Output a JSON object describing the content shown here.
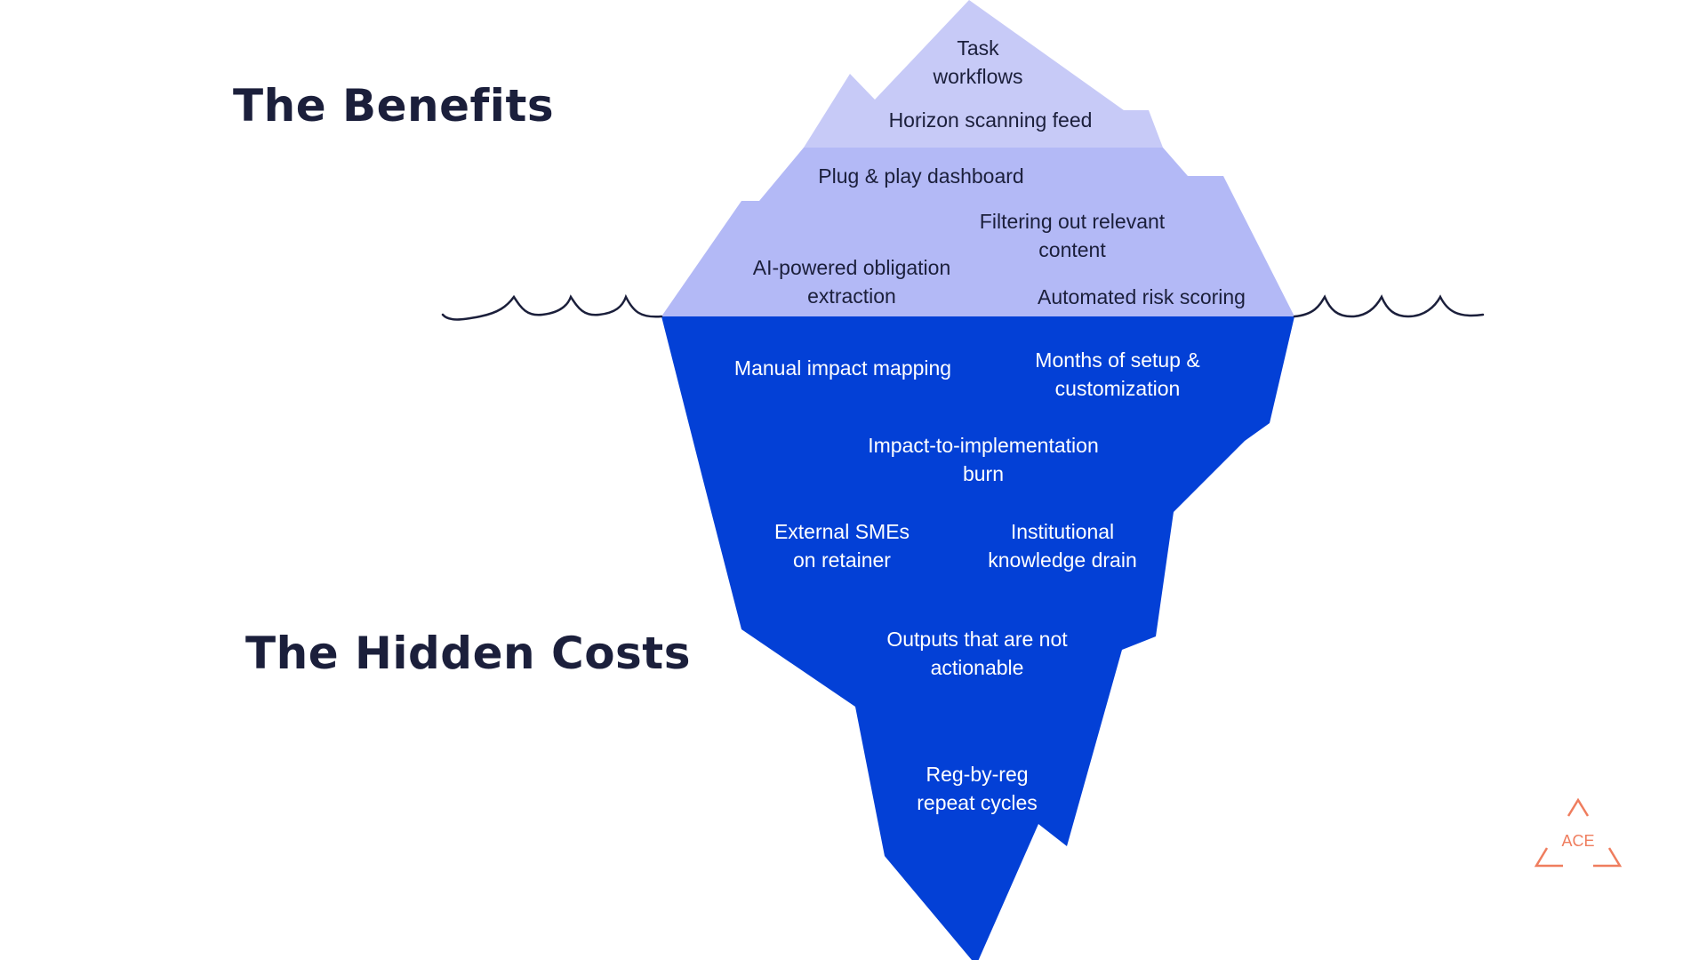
{
  "headings": {
    "benefits": "The Benefits",
    "hidden_costs": "The Hidden Costs"
  },
  "benefits": [
    "Task\nworkflows",
    "Horizon scanning feed",
    "Plug & play dashboard",
    "Filtering out relevant\ncontent",
    "AI-powered obligation\nextraction",
    "Automated risk scoring"
  ],
  "hidden_costs": [
    "Manual impact mapping",
    "Months of setup &\ncustomization",
    "Impact-to-implementation\nburn",
    "External SMEs\non retainer",
    "Institutional\nknowledge drain",
    "Outputs that are not\nactionable",
    "Reg-by-reg\nrepeat cycles"
  ],
  "logo": {
    "text": "ACE",
    "color": "#ef7d5e"
  },
  "colors": {
    "tip_light": "#c7caf7",
    "tip_mid": "#b3b9f6",
    "underwater": "#0340d6",
    "wave": "#1b1f3b",
    "heading": "#1b1f3b"
  }
}
